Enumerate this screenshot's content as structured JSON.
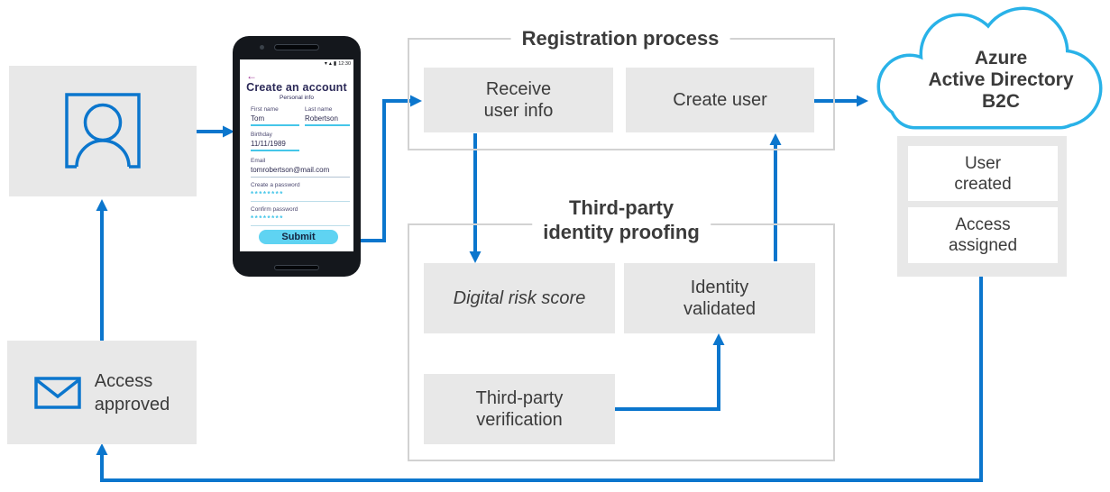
{
  "colors": {
    "arrow_blue": "#0b76cd",
    "cloud_cyan": "#29b2e8",
    "box_gray": "#e8e8e8",
    "frame_border": "#d2d2d2",
    "text_dark": "#3b3b3b",
    "submit_cyan": "#5fd3f2",
    "back_magenta": "#a23a98",
    "underline_cyan": "#45c6e9"
  },
  "phone": {
    "status_time": "12:30",
    "back_glyph": "←",
    "title": "Create an account",
    "subtitle": "Personal info",
    "fields": [
      {
        "label": "First name",
        "value": "Tom"
      },
      {
        "label": "Last name",
        "value": "Robertson"
      },
      {
        "label": "Birthday",
        "value": "11/11/1989"
      },
      {
        "label": "Email",
        "value": "tomrobertson@mail.com"
      },
      {
        "label": "Create a password",
        "value": "********"
      },
      {
        "label": "Confirm password",
        "value": "********"
      }
    ],
    "submit_label": "Submit"
  },
  "registration": {
    "title": "Registration process",
    "receive_box": "Receive\nuser info",
    "create_box": "Create user"
  },
  "third_party": {
    "title": "Third-party\nidentity proofing",
    "digital_risk_box": "Digital risk score",
    "identity_box": "Identity\nvalidated",
    "verification_box": "Third-party\nverification"
  },
  "azure": {
    "cloud_label": "Azure\nActive Directory\nB2C",
    "user_created_box": "User\ncreated",
    "access_assigned_box": "Access\nassigned"
  },
  "access_approved": {
    "label": "Access\napproved"
  }
}
